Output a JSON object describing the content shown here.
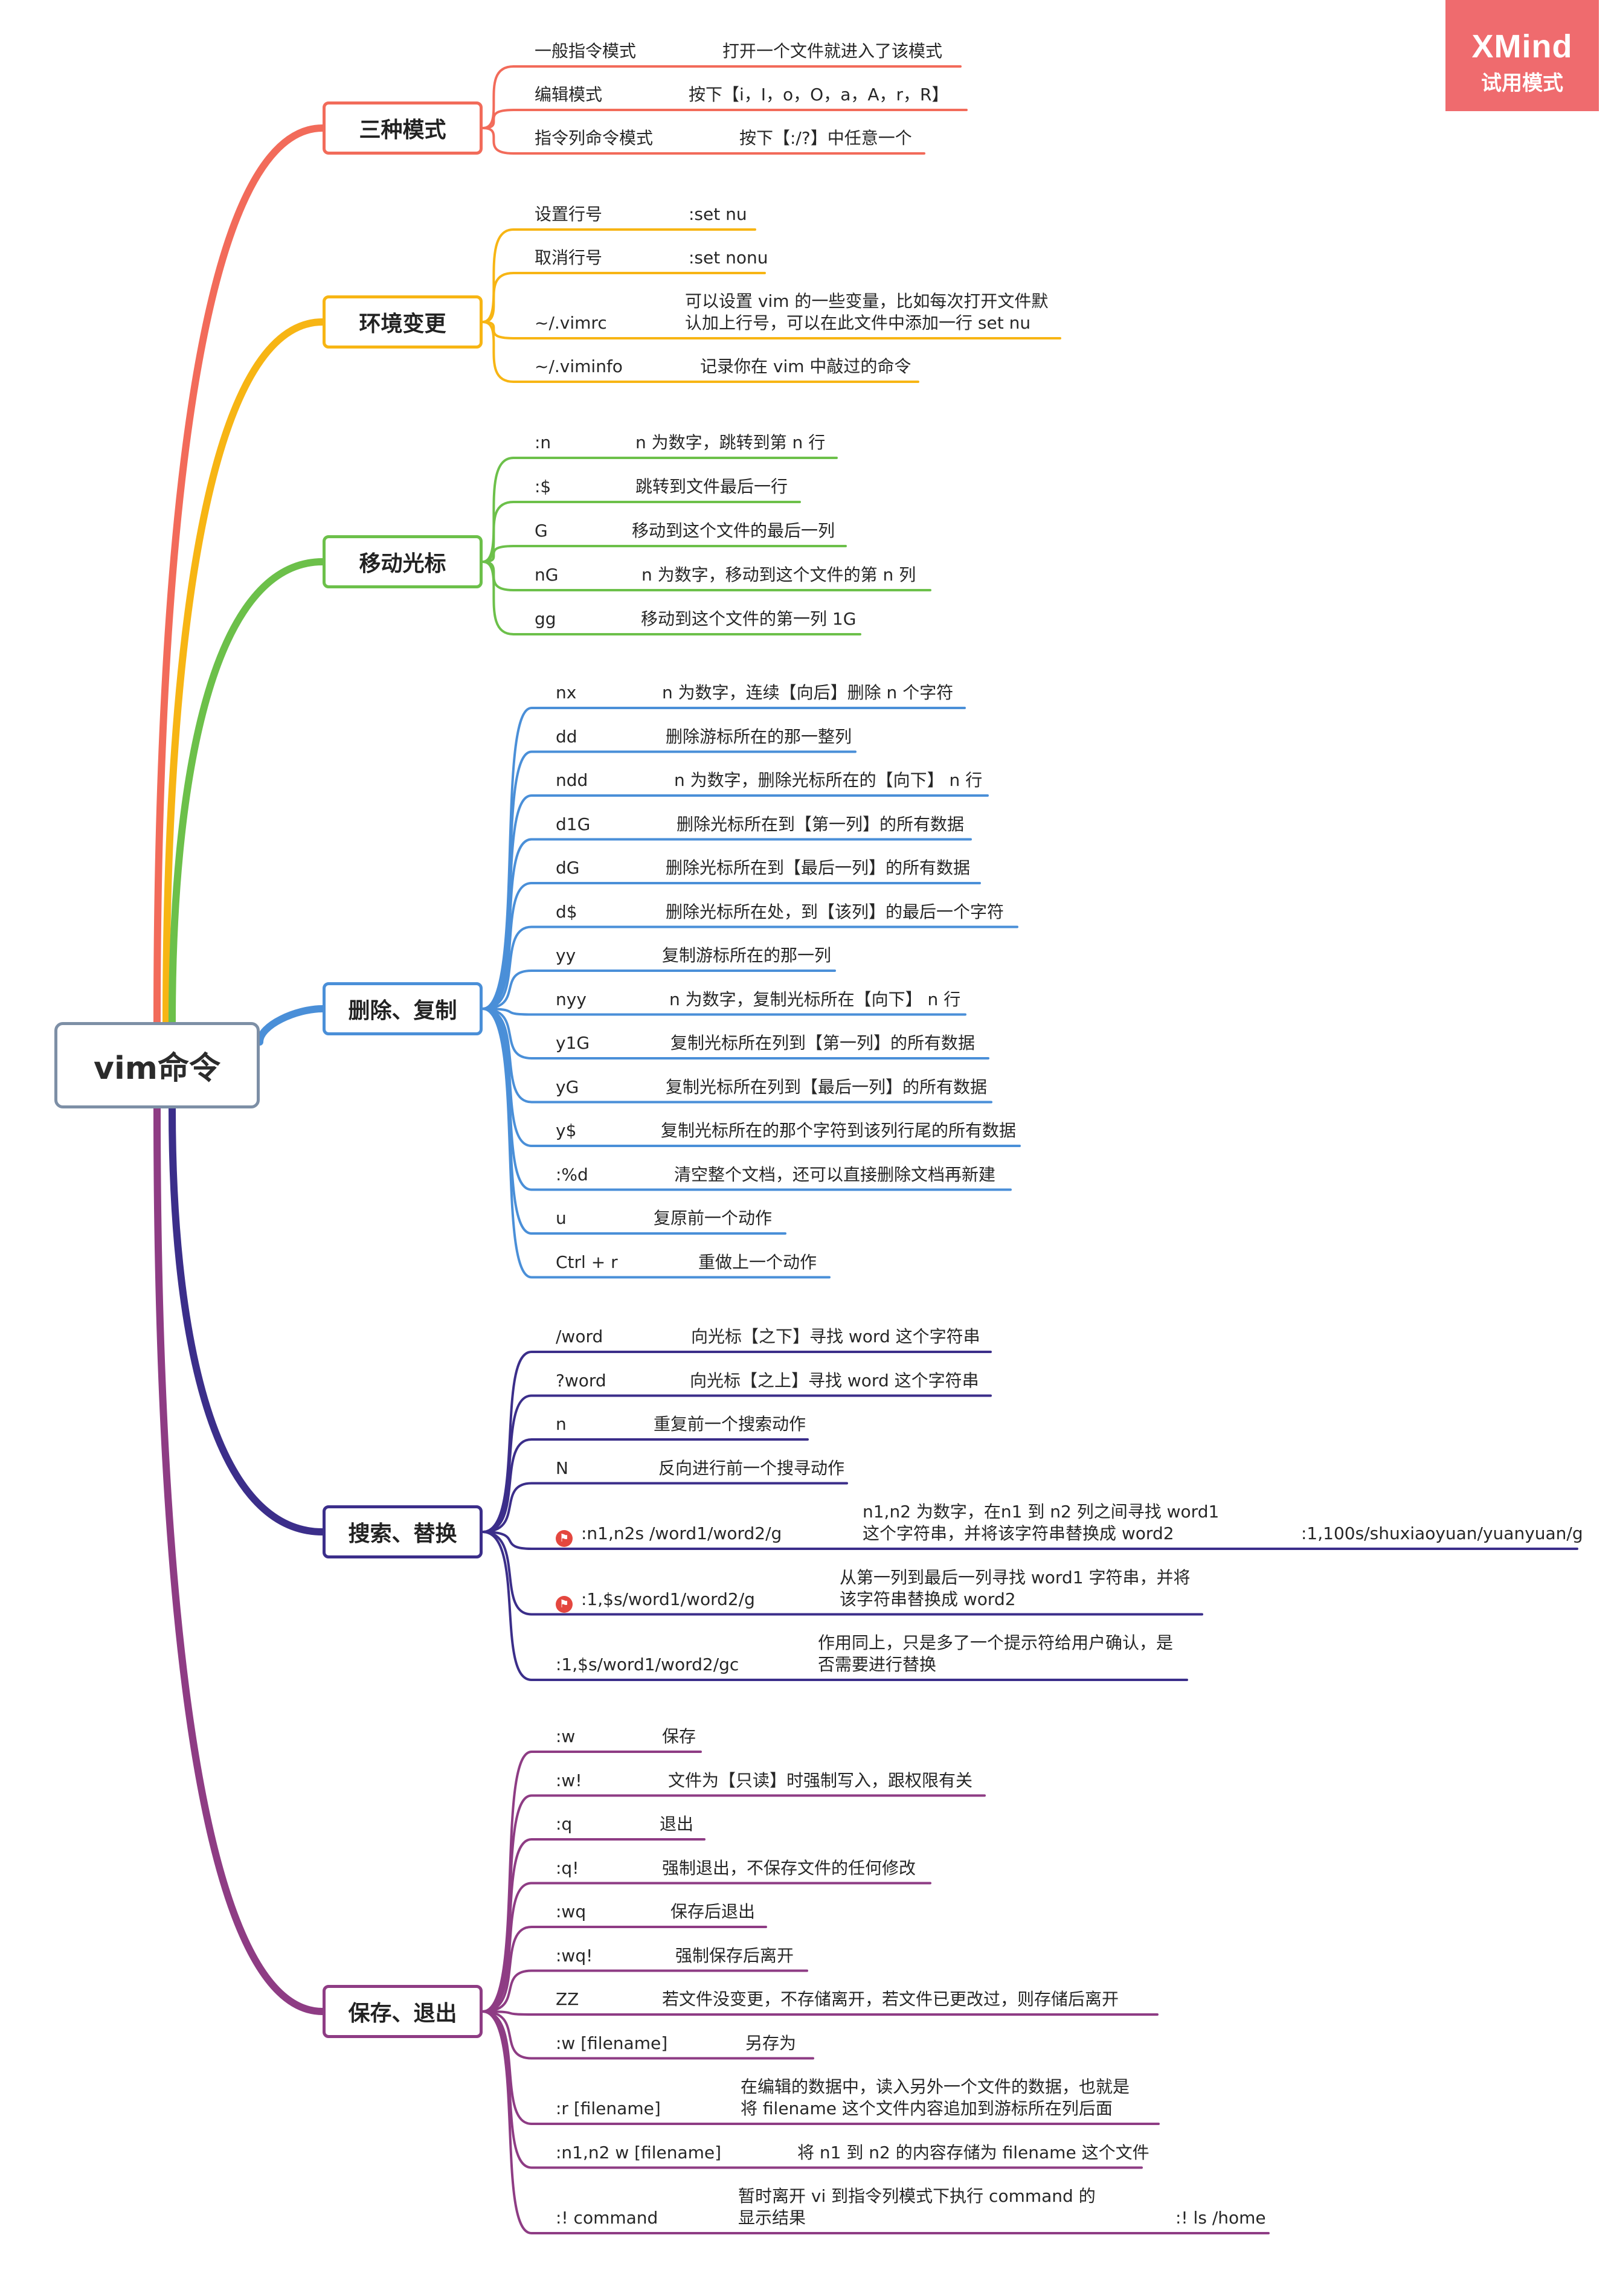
{
  "watermark": {
    "brand": "XMind",
    "mode": "试用模式"
  },
  "root": {
    "label": "vim命令"
  },
  "branches": [
    {
      "label": "三种模式",
      "color": "#f26b5a",
      "items": [
        {
          "key": "一般指令模式",
          "desc": [
            "打开一个文件就进入了该模式"
          ]
        },
        {
          "key": "编辑模式",
          "desc": [
            "按下【i，I，o，O，a，A，r，R】"
          ]
        },
        {
          "key": "指令列命令模式",
          "desc": [
            "按下【:/?】中任意一个"
          ]
        }
      ]
    },
    {
      "label": "环境变更",
      "color": "#f7b514",
      "items": [
        {
          "key": "设置行号",
          "desc": [
            ":set nu"
          ]
        },
        {
          "key": "取消行号",
          "desc": [
            ":set nonu"
          ]
        },
        {
          "key": "~/.vimrc",
          "desc": [
            "可以设置 vim 的一些变量，比如每次打开文件默",
            "认加上行号，可以在此文件中添加一行 set nu"
          ]
        },
        {
          "key": "~/.viminfo",
          "desc": [
            "记录你在 vim 中敲过的命令"
          ]
        }
      ]
    },
    {
      "label": "移动光标",
      "color": "#6cc04a",
      "items": [
        {
          "key": ":n",
          "desc": [
            "n 为数字，跳转到第 n 行"
          ]
        },
        {
          "key": ":$",
          "desc": [
            "跳转到文件最后一行"
          ]
        },
        {
          "key": "G",
          "desc": [
            "移动到这个文件的最后一列"
          ]
        },
        {
          "key": "nG",
          "desc": [
            "n 为数字，移动到这个文件的第 n 列"
          ]
        },
        {
          "key": "gg",
          "desc": [
            "移动到这个文件的第一列 1G"
          ]
        }
      ]
    },
    {
      "label": "删除、复制",
      "color": "#4a8fd8",
      "items": [
        {
          "key": "nx",
          "desc": [
            "n 为数字，连续【向后】删除 n 个字符"
          ]
        },
        {
          "key": "dd",
          "desc": [
            "删除游标所在的那一整列"
          ]
        },
        {
          "key": "ndd",
          "desc": [
            "n 为数字，删除光标所在的【向下】 n 行"
          ]
        },
        {
          "key": "d1G",
          "desc": [
            "删除光标所在到【第一列】的所有数据"
          ]
        },
        {
          "key": "dG",
          "desc": [
            "删除光标所在到【最后一列】的所有数据"
          ]
        },
        {
          "key": "d$",
          "desc": [
            "删除光标所在处，到【该列】的最后一个字符"
          ]
        },
        {
          "key": "yy",
          "desc": [
            "复制游标所在的那一列"
          ]
        },
        {
          "key": "nyy",
          "desc": [
            "n 为数字，复制光标所在【向下】 n 行"
          ]
        },
        {
          "key": "y1G",
          "desc": [
            "复制光标所在列到【第一列】的所有数据"
          ]
        },
        {
          "key": "yG",
          "desc": [
            "复制光标所在列到【最后一列】的所有数据"
          ]
        },
        {
          "key": "y$",
          "desc": [
            "复制光标所在的那个字符到该列行尾的所有数据"
          ]
        },
        {
          "key": ":%d",
          "desc": [
            "清空整个文档，还可以直接删除文档再新建"
          ]
        },
        {
          "key": "u",
          "desc": [
            "复原前一个动作"
          ]
        },
        {
          "key": "Ctrl + r",
          "desc": [
            "重做上一个动作"
          ]
        }
      ]
    },
    {
      "label": "搜索、替换",
      "color": "#3b2e8a",
      "items": [
        {
          "key": "/word",
          "desc": [
            "向光标【之下】寻找 word 这个字符串"
          ]
        },
        {
          "key": "?word",
          "desc": [
            "向光标【之上】寻找 word 这个字符串"
          ]
        },
        {
          "key": "n",
          "desc": [
            "重复前一个搜索动作"
          ]
        },
        {
          "key": "N",
          "desc": [
            "反向进行前一个搜寻动作"
          ]
        },
        {
          "key": ":n1,n2s /word1/word2/g",
          "flag": true,
          "desc": [
            "n1,n2 为数字，在n1 到 n2 列之间寻找 word1",
            "这个字符串，并将该字符串替换成 word2"
          ],
          "extra": ":1,100s/shuxiaoyuan/yuanyuan/g"
        },
        {
          "key": ":1,$s/word1/word2/g",
          "flag": true,
          "desc": [
            "从第一列到最后一列寻找 word1 字符串，并将",
            "该字符串替换成 word2"
          ]
        },
        {
          "key": ":1,$s/word1/word2/gc",
          "desc": [
            "作用同上，只是多了一个提示符给用户确认，是",
            "否需要进行替换"
          ]
        }
      ]
    },
    {
      "label": "保存、退出",
      "color": "#8e3c84",
      "items": [
        {
          "key": ":w",
          "desc": [
            "保存"
          ]
        },
        {
          "key": ":w!",
          "desc": [
            "文件为【只读】时强制写入，跟权限有关"
          ]
        },
        {
          "key": ":q",
          "desc": [
            "退出"
          ]
        },
        {
          "key": ":q!",
          "desc": [
            "强制退出，不保存文件的任何修改"
          ]
        },
        {
          "key": ":wq",
          "desc": [
            "保存后退出"
          ]
        },
        {
          "key": ":wq!",
          "desc": [
            "强制保存后离开"
          ]
        },
        {
          "key": "ZZ",
          "desc": [
            "若文件没变更，不存储离开，若文件已更改过，则存储后离开"
          ]
        },
        {
          "key": ":w [filename]",
          "desc": [
            "另存为"
          ]
        },
        {
          "key": ":r [filename]",
          "desc": [
            "在编辑的数据中，读入另外一个文件的数据，也就是",
            "将 filename 这个文件内容追加到游标所在列后面"
          ]
        },
        {
          "key": ":n1,n2 w [filename]",
          "desc": [
            "将 n1 到 n2 的内容存储为 filename 这个文件"
          ]
        },
        {
          "key": ":! command",
          "desc": [
            "暂时离开 vi 到指令列模式下执行 command 的",
            "显示结果"
          ],
          "extra": ":! ls /home"
        }
      ]
    }
  ]
}
